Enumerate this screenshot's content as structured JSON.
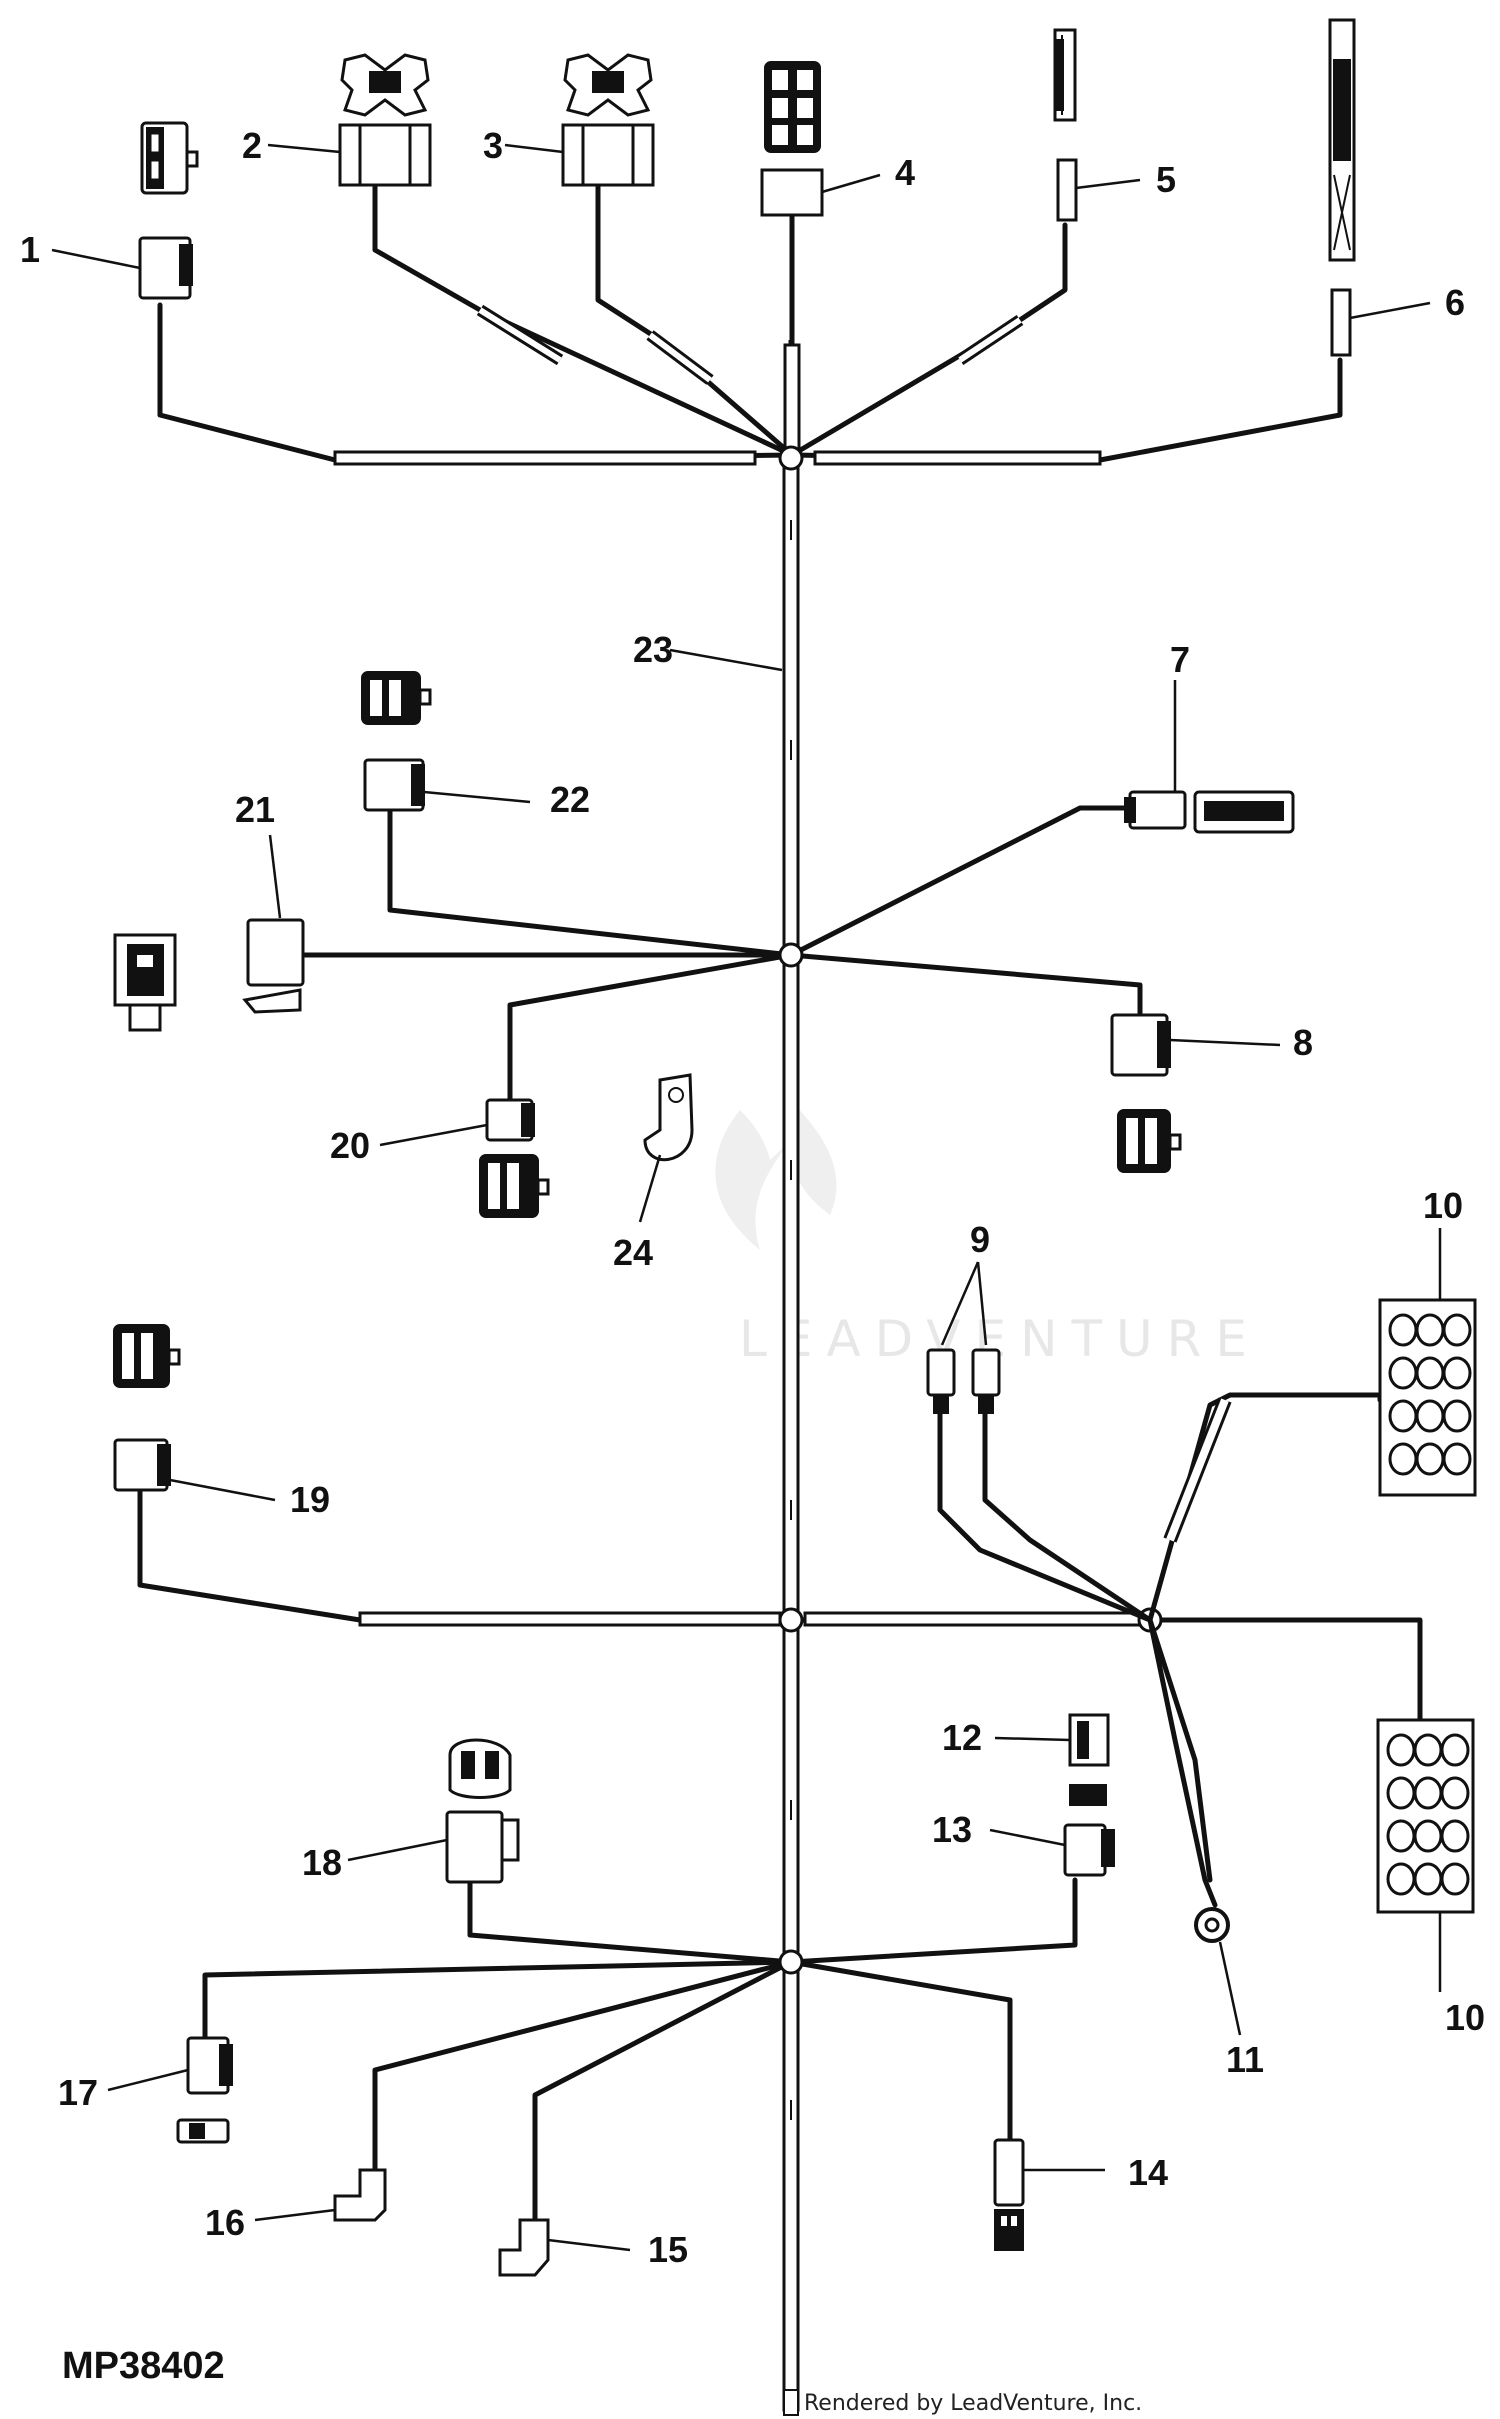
{
  "diagram": {
    "figure_id": "MP38402",
    "credit": "Rendered by LeadVenture, Inc.",
    "watermark": "LEADVENTURE",
    "callouts": [
      {
        "id": "c1",
        "label": "1"
      },
      {
        "id": "c2",
        "label": "2"
      },
      {
        "id": "c3",
        "label": "3"
      },
      {
        "id": "c4",
        "label": "4"
      },
      {
        "id": "c5",
        "label": "5"
      },
      {
        "id": "c6",
        "label": "6"
      },
      {
        "id": "c7",
        "label": "7"
      },
      {
        "id": "c8",
        "label": "8"
      },
      {
        "id": "c9",
        "label": "9"
      },
      {
        "id": "c10a",
        "label": "10"
      },
      {
        "id": "c10b",
        "label": "10"
      },
      {
        "id": "c11",
        "label": "11"
      },
      {
        "id": "c12",
        "label": "12"
      },
      {
        "id": "c13",
        "label": "13"
      },
      {
        "id": "c14",
        "label": "14"
      },
      {
        "id": "c15",
        "label": "15"
      },
      {
        "id": "c16",
        "label": "16"
      },
      {
        "id": "c17",
        "label": "17"
      },
      {
        "id": "c18",
        "label": "18"
      },
      {
        "id": "c19",
        "label": "19"
      },
      {
        "id": "c20",
        "label": "20"
      },
      {
        "id": "c21",
        "label": "21"
      },
      {
        "id": "c22",
        "label": "22"
      },
      {
        "id": "c23",
        "label": "23"
      },
      {
        "id": "c24",
        "label": "24"
      }
    ]
  }
}
